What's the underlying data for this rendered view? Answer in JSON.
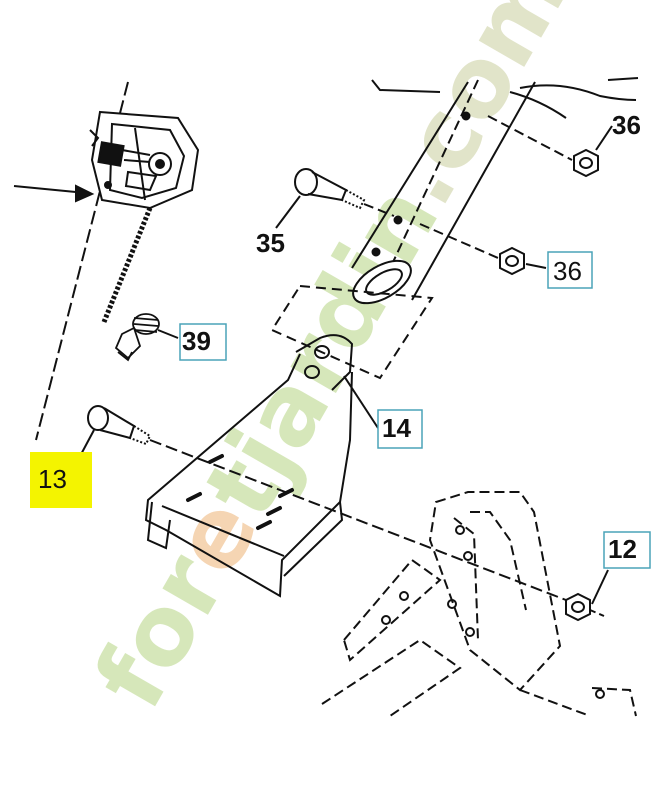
{
  "colors": {
    "line": "#111111",
    "box_border": "#4aa3b8",
    "highlight": "#f4f400",
    "watermark_green": "#c9e0a4",
    "watermark_orange": "#f2c79a",
    "watermark_dot": "#d8dbb8"
  },
  "callouts": [
    {
      "id": "p36a",
      "label": "36",
      "boxed": false,
      "highlight": false
    },
    {
      "id": "p35",
      "label": "35",
      "boxed": false,
      "highlight": false
    },
    {
      "id": "p36b",
      "label": "36",
      "boxed": true,
      "highlight": false
    },
    {
      "id": "p39",
      "label": "39",
      "boxed": true,
      "highlight": false
    },
    {
      "id": "p14",
      "label": "14",
      "boxed": true,
      "highlight": false
    },
    {
      "id": "p13",
      "label": "13",
      "boxed": false,
      "highlight": true
    },
    {
      "id": "p12",
      "label": "12",
      "boxed": true,
      "highlight": false
    }
  ],
  "watermark": {
    "part1": "for",
    "part2": "e",
    "part3": "tjardin",
    "part4": ".com",
    "logo": "watermark-logo"
  }
}
